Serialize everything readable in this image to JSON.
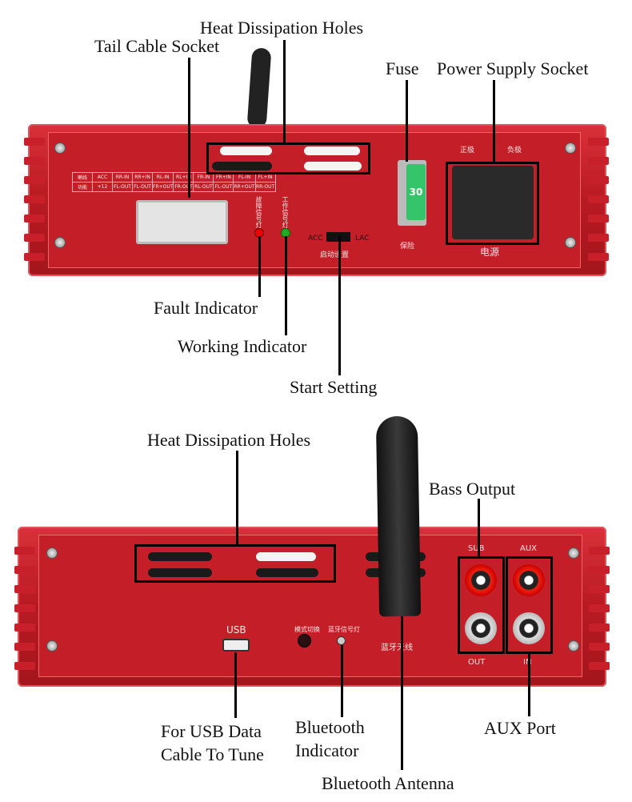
{
  "top_device": {
    "callouts": {
      "heat_holes": "Heat Dissipation Holes",
      "tail_cable": "Tail Cable Socket",
      "fuse": "Fuse",
      "power_socket": "Power Supply Socket",
      "fault": "Fault Indicator",
      "working": "Working Indicator",
      "start": "Start Setting"
    },
    "panel": {
      "acc": "ACC",
      "lac": "LAC",
      "start_cn": "启动设置",
      "fuse_cn": "保险",
      "fuse_val": "30",
      "power_cn": "电源",
      "pos_cn": "正极",
      "neg_cn": "负极",
      "fault_cn": "故障信号灯",
      "work_cn": "工作信号灯"
    },
    "table": [
      [
        "喇线",
        "ACC",
        "RR-IN",
        "RR+IN",
        "RL-IN",
        "RL+IN",
        "FR-IN",
        "FR+IN",
        "FL-IN",
        "FL+IN"
      ],
      [
        "功能",
        "+12",
        "FL-OUT",
        "FL-OUT",
        "FR+OUT",
        "FR-OUT",
        "RL-OUT",
        "FL-OUT",
        "RR+OUT",
        "RR-OUT"
      ]
    ]
  },
  "bottom_device": {
    "callouts": {
      "heat_holes": "Heat Dissipation Holes",
      "bass": "Bass Output",
      "usb_line1": "For USB Data",
      "usb_line2": "Cable To Tune",
      "bt_ind_line1": "Bluetooth",
      "bt_ind_line2": "Indicator",
      "bt_antenna": "Bluetooth Antenna",
      "aux": "AUX Port"
    },
    "panel": {
      "usb": "USB",
      "mode_cn": "模式切换",
      "bt_light_cn": "蓝牙信号灯",
      "bt_antenna_cn": "蓝牙天线",
      "sub": "SUB",
      "aux": "AUX",
      "out": "OUT",
      "in": "IN"
    }
  }
}
